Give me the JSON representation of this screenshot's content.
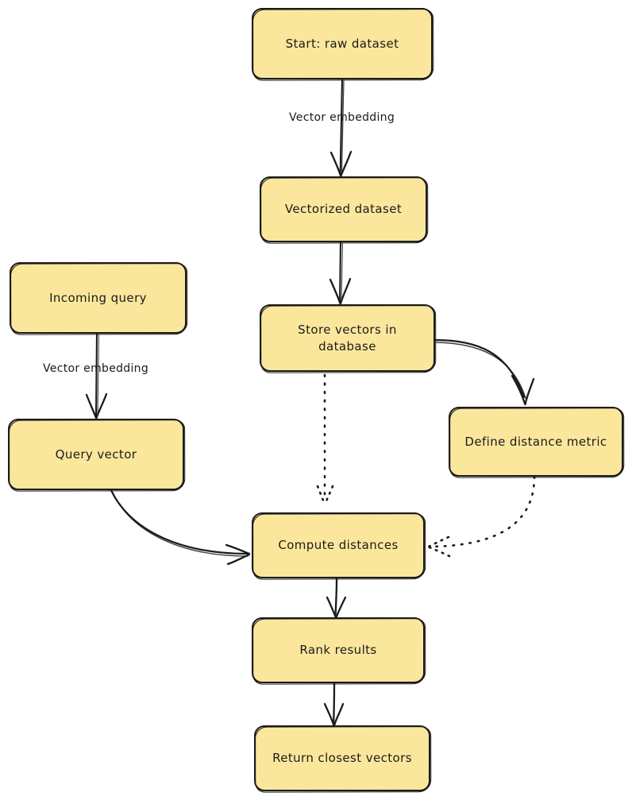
{
  "diagram": {
    "title": "Vector search pipeline flowchart",
    "style": "hand-drawn sketch",
    "colors": {
      "node_fill": "#FBE79C",
      "stroke": "#1C1B1A",
      "background": "#FFFFFF",
      "text": "#1B1B1B"
    },
    "nodes": [
      {
        "id": "start",
        "label": "Start: raw dataset"
      },
      {
        "id": "vecds",
        "label": "Vectorized dataset"
      },
      {
        "id": "store",
        "label": "Store vectors in\ndatabase"
      },
      {
        "id": "incoming",
        "label": "Incoming query"
      },
      {
        "id": "qvec",
        "label": "Query vector"
      },
      {
        "id": "metric",
        "label": "Define distance metric"
      },
      {
        "id": "compute",
        "label": "Compute distances"
      },
      {
        "id": "rank",
        "label": "Rank results"
      },
      {
        "id": "return",
        "label": "Return closest vectors"
      }
    ],
    "edge_labels": [
      {
        "id": "embed1",
        "label": "Vector embedding"
      },
      {
        "id": "embed2",
        "label": "Vector embedding"
      }
    ],
    "edges": [
      {
        "from": "start",
        "to": "vecds",
        "label": "Vector embedding",
        "style": "solid"
      },
      {
        "from": "vecds",
        "to": "store",
        "label": "",
        "style": "solid"
      },
      {
        "from": "store",
        "to": "metric",
        "label": "",
        "style": "solid"
      },
      {
        "from": "store",
        "to": "compute",
        "label": "",
        "style": "dotted"
      },
      {
        "from": "incoming",
        "to": "qvec",
        "label": "Vector embedding",
        "style": "solid"
      },
      {
        "from": "qvec",
        "to": "compute",
        "label": "",
        "style": "solid"
      },
      {
        "from": "metric",
        "to": "compute",
        "label": "",
        "style": "dotted"
      },
      {
        "from": "compute",
        "to": "rank",
        "label": "",
        "style": "solid"
      },
      {
        "from": "rank",
        "to": "return",
        "label": "",
        "style": "solid"
      }
    ]
  }
}
